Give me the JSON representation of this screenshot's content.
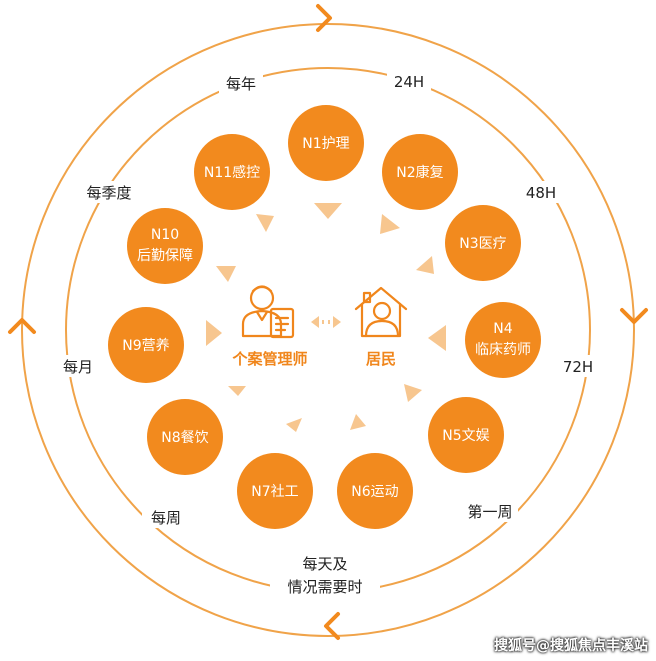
{
  "colors": {
    "accent": "#f28a1e",
    "ring": "#f0a349",
    "arrow": "#f7c68f",
    "text": "#222222",
    "white": "#ffffff"
  },
  "nodes": [
    {
      "id": "n1",
      "lines": [
        "N1护理"
      ]
    },
    {
      "id": "n2",
      "lines": [
        "N2康复"
      ]
    },
    {
      "id": "n3",
      "lines": [
        "N3医疗"
      ]
    },
    {
      "id": "n4",
      "lines": [
        "N4",
        "临床药师"
      ]
    },
    {
      "id": "n5",
      "lines": [
        "N5文娱"
      ]
    },
    {
      "id": "n6",
      "lines": [
        "N6运动"
      ]
    },
    {
      "id": "n7",
      "lines": [
        "N7社工"
      ]
    },
    {
      "id": "n8",
      "lines": [
        "N8餐饮"
      ]
    },
    {
      "id": "n9",
      "lines": [
        "N9营养"
      ]
    },
    {
      "id": "n10",
      "lines": [
        "N10",
        "后勤保障"
      ]
    },
    {
      "id": "n11",
      "lines": [
        "N11感控"
      ]
    }
  ],
  "time_labels": {
    "t24h": "24H",
    "t48h": "48H",
    "t72h": "72H",
    "first_week": "第一周",
    "daily_1": "每天及",
    "daily_2": "情况需要时",
    "weekly": "每周",
    "monthly": "每月",
    "quarterly": "每季度",
    "yearly": "每年"
  },
  "center": {
    "case_manager": "个案管理师",
    "resident": "居民",
    "case_manager_icon": "case-manager-icon",
    "resident_icon": "resident-home-icon"
  },
  "watermark": "搜狐号@搜狐焦点丰溪站"
}
